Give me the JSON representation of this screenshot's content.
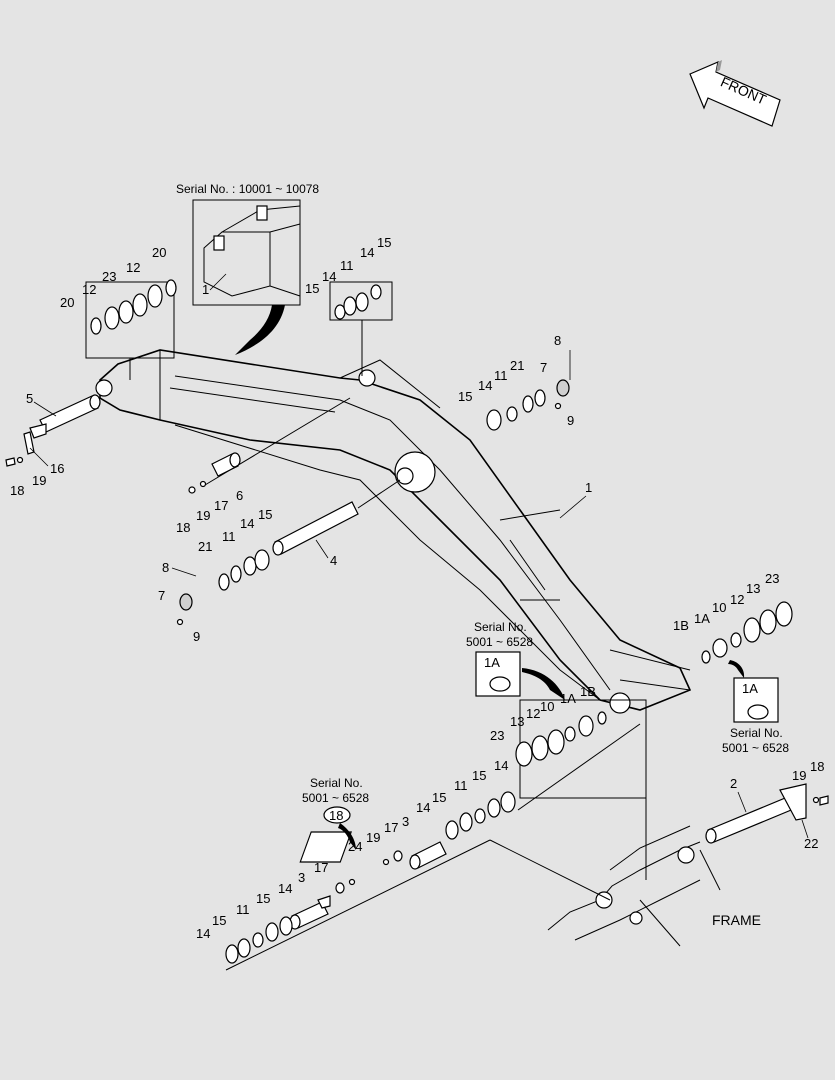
{
  "direction_label": "FRONT",
  "frame_label": "FRAME",
  "serial_notes": {
    "top_inset": "Serial No. : 10001 ~ 10078",
    "left_box": {
      "line1": "Serial No.",
      "line2": "5001 ~ 6528"
    },
    "right_box": {
      "line1": "Serial No.",
      "line2": "5001 ~ 6528"
    },
    "bottom_note": {
      "line1": "Serial No.",
      "line2": "5001 ~ 6528"
    }
  },
  "callouts": {
    "inset_1": "1",
    "boom_1": "1",
    "pin_2": "2",
    "pin_3a": "3",
    "pin_3b": "3",
    "pin_4": "4",
    "pin_5": "5",
    "pin_6": "6",
    "n7a": "7",
    "n7b": "7",
    "n8a": "8",
    "n8b": "8",
    "n9a": "9",
    "n9b": "9",
    "n10a": "10",
    "n10b": "10",
    "n11a": "11",
    "n11b": "11",
    "n11c": "11",
    "n11d": "11",
    "n12a": "12",
    "n12b": "12",
    "n12c": "12",
    "n12d": "12",
    "n13a": "13",
    "n13b": "13",
    "n14a": "14",
    "n14b": "14",
    "n14c": "14",
    "n14d": "14",
    "n14e": "14",
    "n14f": "14",
    "n14g": "14",
    "n15a": "15",
    "n15b": "15",
    "n15c": "15",
    "n15d": "15",
    "n15e": "15",
    "n15f": "15",
    "n15g": "15",
    "n16": "16",
    "n17a": "17",
    "n17b": "17",
    "n17c": "17",
    "n18a": "18",
    "n18b": "18",
    "n18c": "18",
    "n18d": "18",
    "n19a": "19",
    "n19b": "19",
    "n19c": "19",
    "n19d": "19",
    "n20a": "20",
    "n20b": "20",
    "n21a": "21",
    "n21b": "21",
    "n22": "22",
    "n23a": "23",
    "n23b": "23",
    "n23c": "23",
    "n24": "24",
    "n1a_box_left": "1A",
    "n1a_box_right": "1A",
    "n1a_left": "1A",
    "n1a_right": "1A",
    "n1b_left": "1B",
    "n1b_right": "1B"
  }
}
